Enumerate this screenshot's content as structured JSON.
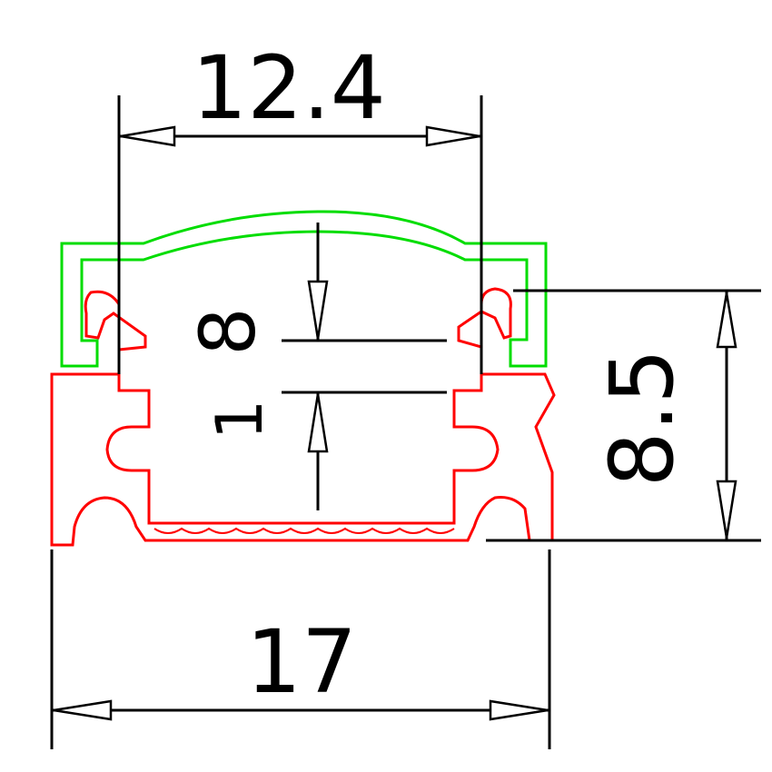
{
  "colors": {
    "profile": "#ff0000",
    "cover": "#00dd00",
    "dimension": "#000000",
    "background": "#ffffff"
  },
  "dimensions": {
    "inner_width": "12.4",
    "outer_width": "17",
    "total_height": "8.5",
    "inner_depth": "8",
    "wall_thickness": "1"
  }
}
